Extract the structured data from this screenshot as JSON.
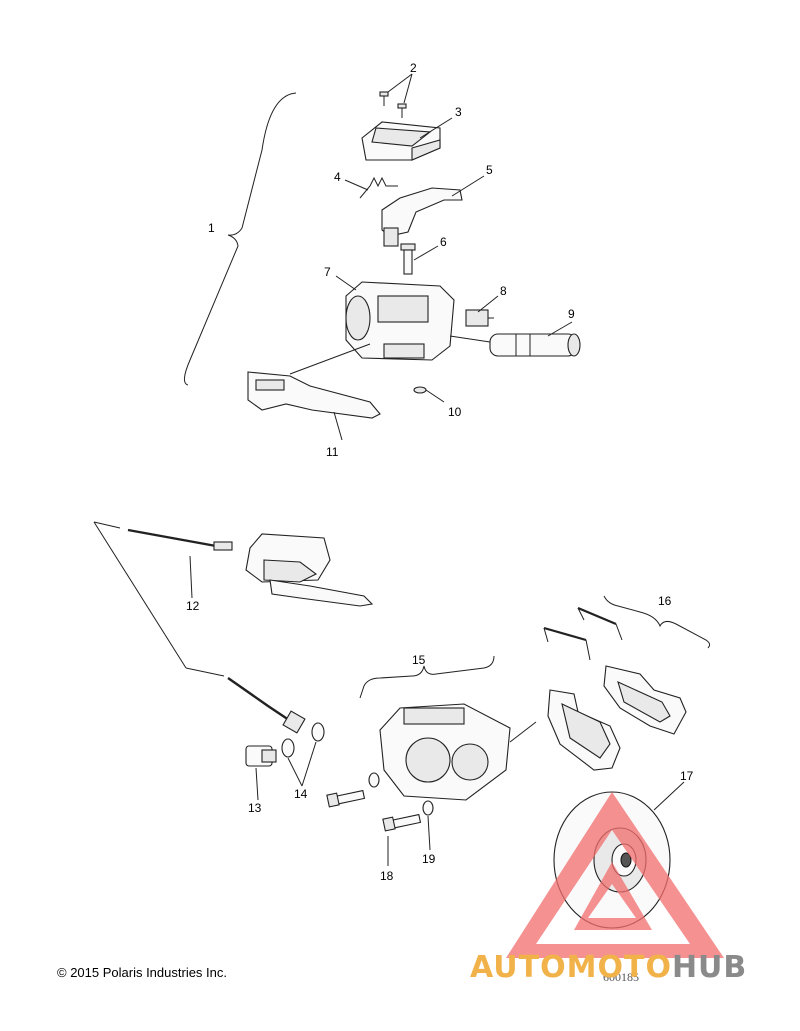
{
  "callouts": [
    {
      "num": "1"
    },
    {
      "num": "2"
    },
    {
      "num": "3"
    },
    {
      "num": "4"
    },
    {
      "num": "5"
    },
    {
      "num": "6"
    },
    {
      "num": "7"
    },
    {
      "num": "8"
    },
    {
      "num": "9"
    },
    {
      "num": "10"
    },
    {
      "num": "11"
    },
    {
      "num": "12"
    },
    {
      "num": "13"
    },
    {
      "num": "14"
    },
    {
      "num": "15"
    },
    {
      "num": "16"
    },
    {
      "num": "17"
    },
    {
      "num": "18"
    },
    {
      "num": "19"
    }
  ],
  "footer": {
    "copyright": "© 2015 Polaris Industries Inc.",
    "part_number": "600185"
  },
  "watermark": {
    "word_a": "AUTO",
    "word_b": "MOTO",
    "word_c": "HUB",
    "color_triangle": "#f26d6d",
    "color_text_orange": "#f2b24a",
    "color_text_gray": "#8a8a8a"
  }
}
